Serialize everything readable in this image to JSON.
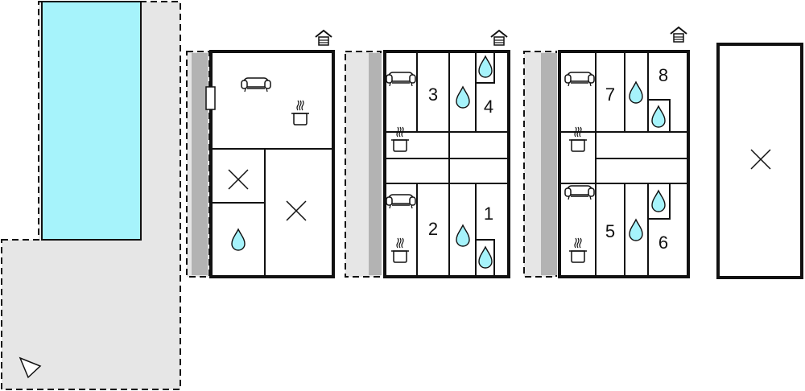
{
  "rooms": {
    "building_b": [
      {
        "label": "3"
      },
      {
        "label": "4"
      },
      {
        "label": "2"
      },
      {
        "label": "1"
      }
    ],
    "building_c": [
      {
        "label": "7"
      },
      {
        "label": "8"
      },
      {
        "label": "5"
      },
      {
        "label": "6"
      }
    ]
  },
  "colors": {
    "pool": "#a6f3fb",
    "terrace": "#e6e6e6",
    "wall": "#111111",
    "side_strip": "#b3b3b3",
    "water_drop": "#a6f3fb"
  },
  "icons": {
    "sofa": "sofa-icon",
    "stove": "stove-icon",
    "water": "water-drop-icon",
    "cross": "cross-mark-icon",
    "entrance": "entrance-icon",
    "compass": "compass-arrow-icon"
  }
}
